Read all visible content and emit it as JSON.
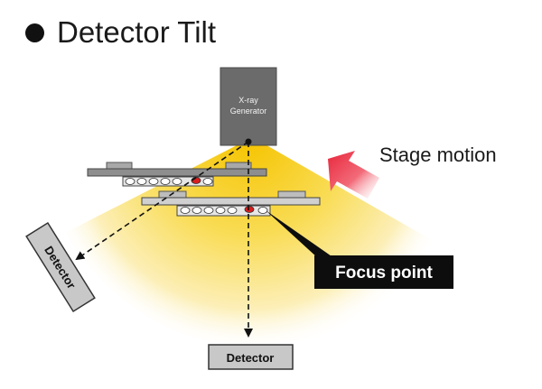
{
  "title": "Detector Tilt",
  "labels": {
    "generator": [
      "X-ray",
      "Generator"
    ],
    "stage_motion": "Stage motion",
    "focus_point": "Focus point",
    "detector_tilted": "Detector",
    "detector_bottom": "Detector"
  },
  "colors": {
    "beam": "#f7d94a",
    "generator": "#6b6b6b",
    "stage": "#8c8c8c",
    "focus": "#d81e1e",
    "motion_arrow": "#e8263b",
    "callout_bg": "#0d0d0d",
    "detector": "#c8c8c8"
  }
}
